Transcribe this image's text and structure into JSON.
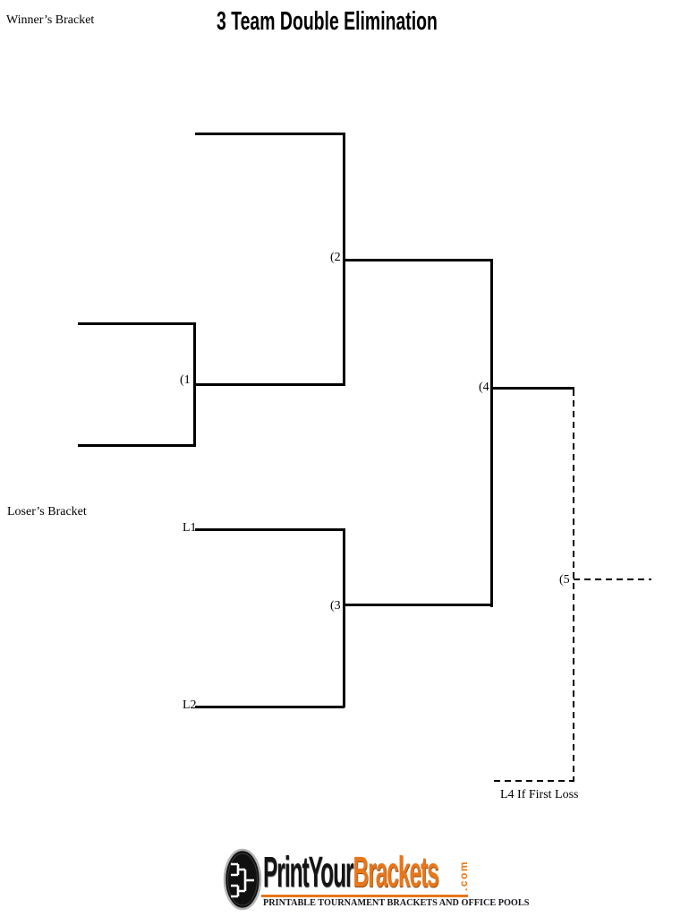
{
  "header": {
    "title": "3 Team Double Elimination",
    "winners_bracket_label": "Winner’s Bracket"
  },
  "bracket": {
    "losers_bracket_label": "Loser’s Bracket",
    "matches": {
      "m1": "(1",
      "m2": "(2",
      "m3": "(3",
      "m4": "(4",
      "m5": "(5"
    },
    "loser_slots": {
      "l1": "L1",
      "l2": "L2"
    },
    "notes": {
      "l4_if_first_loss": "L4 If First Loss"
    }
  },
  "logo": {
    "brand_part1": "PrintYour",
    "brand_part2": "Brackets",
    "brand_tld": ".com",
    "tagline": "PRINTABLE TOURNAMENT BRACKETS AND OFFICE POOLS",
    "colors": {
      "orange": "#E8761B",
      "ink": "#141414"
    }
  }
}
